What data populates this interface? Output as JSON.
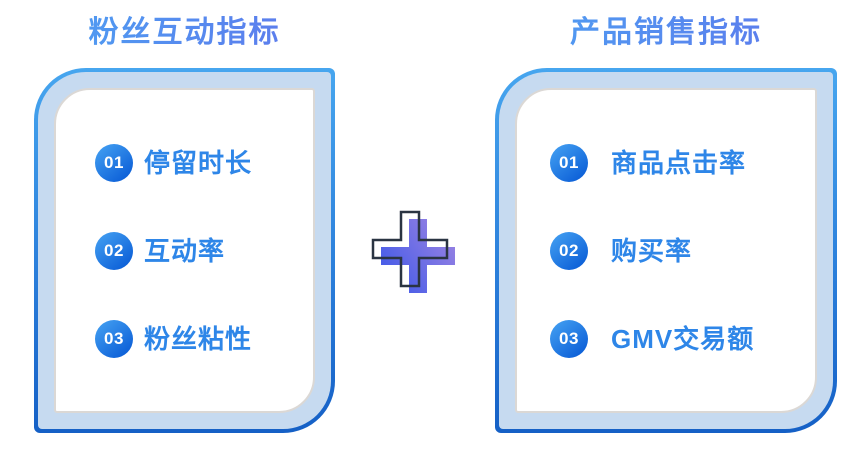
{
  "left_panel": {
    "title": "粉丝互动指标",
    "items": [
      {
        "number": "01",
        "label": "停留时长"
      },
      {
        "number": "02",
        "label": "互动率"
      },
      {
        "number": "03",
        "label": "粉丝粘性"
      }
    ]
  },
  "right_panel": {
    "title": "产品销售指标",
    "items": [
      {
        "number": "01",
        "label": "商品点击率"
      },
      {
        "number": "02",
        "label": "购买率"
      },
      {
        "number": "03",
        "label": "GMV交易额"
      }
    ]
  },
  "connector": {
    "icon": "plus-icon"
  },
  "colors": {
    "background": "#FFFFFF",
    "title_gradient_start": "#4E9FF2",
    "title_gradient_end": "#5E78EC",
    "panel_border_top": "#47A6EF",
    "panel_border_bottom": "#1560C6",
    "panel_band_fill": "#C6DAF0",
    "card_fill": "#FFFFFF",
    "card_edge": "#DBD8D5",
    "badge_gradient_start": "#46A3F3",
    "badge_gradient_end": "#0B5ED7",
    "badge_text": "#FFFFFF",
    "label_text": "#2E86E8",
    "plus_fill_start": "#3E58E8",
    "plus_fill_end": "#9C84E2",
    "plus_outline": "#2A3442"
  }
}
